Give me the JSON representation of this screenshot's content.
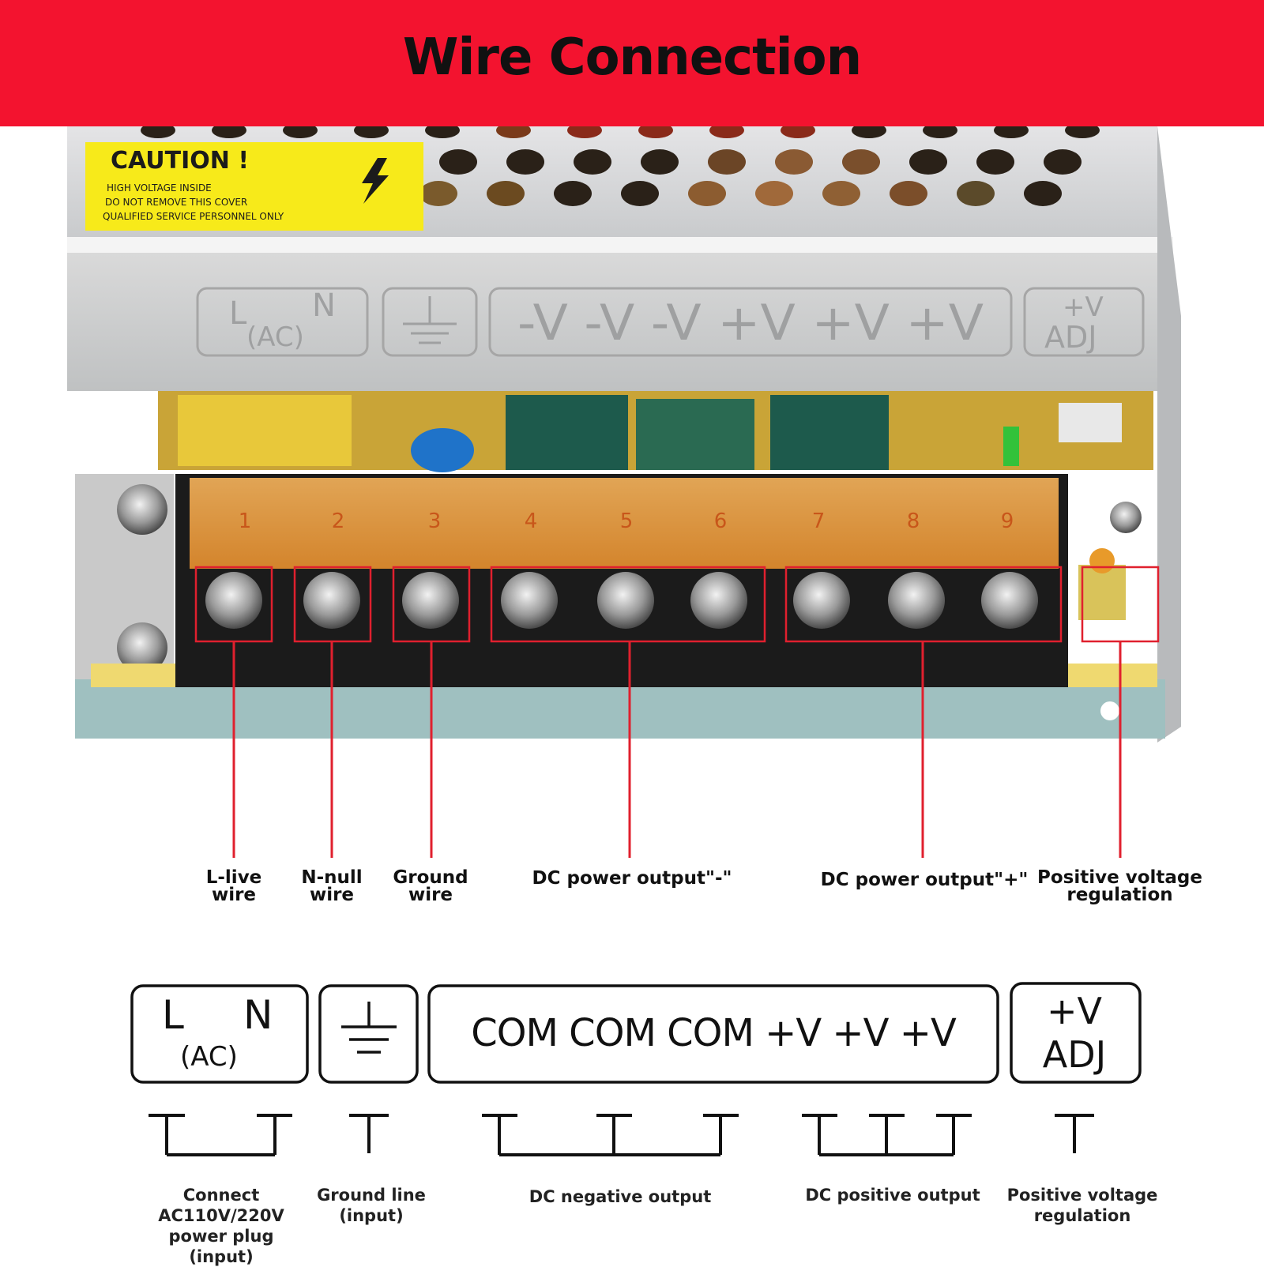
{
  "header": {
    "title": "Wire Connection"
  },
  "caution_label": {
    "title": "CAUTION !",
    "lines": [
      "HIGH VOLTAGE INSIDE",
      "DO  NOT REMOVE  THIS COVER",
      "QUALIFIED SERVICE PERSONNEL ONLY"
    ]
  },
  "embossed": {
    "ac_l": "L",
    "ac_n": "N",
    "ac": "(AC)",
    "vout": "-V -V -V +V +V +V",
    "adj_v": "+V",
    "adj": "ADJ"
  },
  "terminal_numbers": [
    "1",
    "2",
    "3",
    "4",
    "5",
    "6",
    "7",
    "8",
    "9"
  ],
  "callouts": [
    "L-live\nwire",
    "N-null\nwire",
    "Ground\nwire",
    "DC power output\"-\"",
    "DC power output\"+\"",
    "Positive voltage\nregulation"
  ],
  "diagram": {
    "ac_l": "L",
    "ac_n": "N",
    "ac": "(AC)",
    "outputs": "COM COM COM +V +V +V",
    "adj_v": "+V",
    "adj": "ADJ"
  },
  "bottom_labels": [
    "Connect AC110V/220V\npower plug\n(input)",
    "Ground line\n(input)",
    "DC negative output",
    "DC positive output",
    "Positive voltage\nregulation"
  ],
  "colors": {
    "banner": "#f3132f",
    "callout_lines": "#e0202e",
    "caution_bg": "#f7ea1a",
    "terminal_cover": "#f0a040"
  }
}
